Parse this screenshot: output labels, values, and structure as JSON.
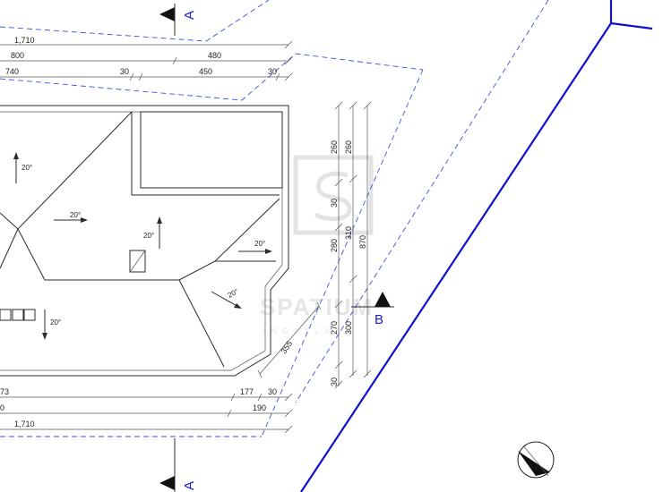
{
  "section_labels": {
    "a": "A",
    "b": "B"
  },
  "dimensions": {
    "top_total": "1,710",
    "top_row1_left": "800",
    "top_row1_right": "480",
    "top_row2_a": "740",
    "top_row2_b": "30",
    "top_row2_c": "450",
    "top_row2_d": "30",
    "bottom_a": "73",
    "bottom_b": "177",
    "bottom_c": "30",
    "bottom_d": "0",
    "bottom_e": "190",
    "bottom_total": "1,710",
    "diag": "355",
    "v_inner_1": "260",
    "v_inner_2": "30",
    "v_inner_3": "280",
    "v_inner_4": "270",
    "v_inner_5": "30",
    "v_mid_1": "260",
    "v_mid_2": "310",
    "v_mid_3": "300",
    "v_outer": "870"
  },
  "slopes": [
    "20°",
    "20°",
    "20°",
    "20°",
    "20°",
    "20°"
  ],
  "watermark": {
    "title": "SPATIUM",
    "subtitle": "INGATLAN"
  },
  "colors": {
    "plot_line": "#1010d0",
    "dashed": "#3f51d8",
    "ink": "#2b2b2b"
  }
}
